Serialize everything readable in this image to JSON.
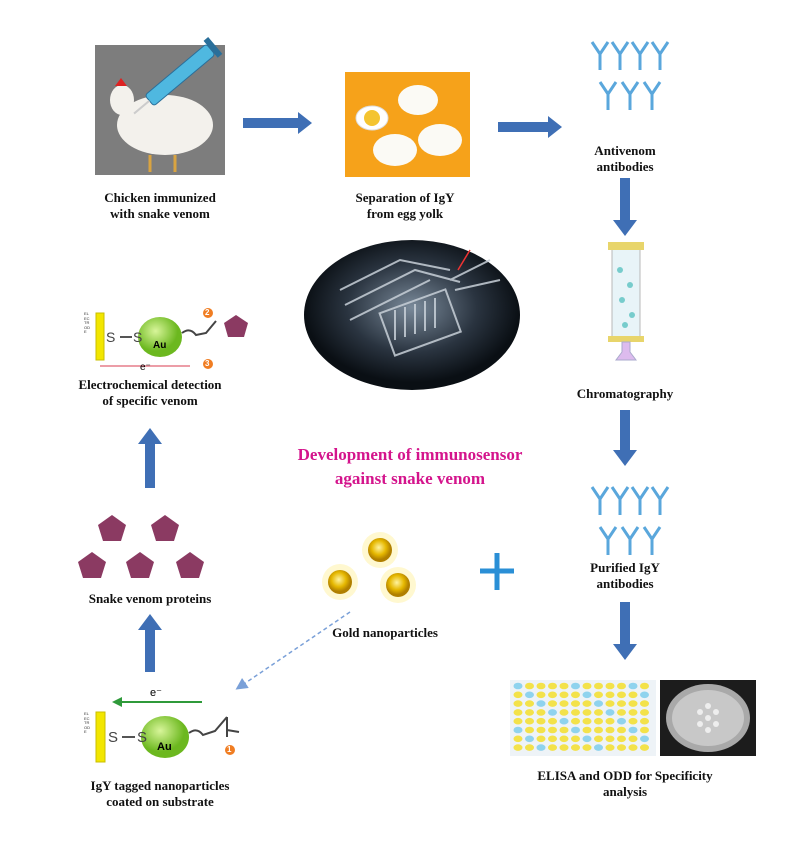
{
  "title": {
    "line1": "Development of immunosensor",
    "line2": "against snake venom",
    "color": "#d4148c"
  },
  "steps": {
    "chicken": {
      "line1": "Chicken immunized",
      "line2": "with snake venom"
    },
    "eggs": {
      "line1": "Separation of IgY",
      "line2": "from egg yolk"
    },
    "antivenom": {
      "line1": "Antivenom",
      "line2": "antibodies"
    },
    "chromatography": {
      "line1": "Chromatography"
    },
    "purified": {
      "line1": "Purified IgY",
      "line2": "antibodies"
    },
    "elisa": {
      "line1": "ELISA and ODD for Specificity",
      "line2": "analysis"
    },
    "gold": {
      "line1": "Gold nanoparticles"
    },
    "tagged": {
      "line1": "IgY tagged nanoparticles",
      "line2": "coated on substrate"
    },
    "venom_proteins": {
      "line1": "Snake venom proteins"
    },
    "detection": {
      "line1": "Electrochemical detection",
      "line2": "of specific venom"
    }
  },
  "electrode": {
    "label": "ELECTRODE",
    "au": "Au",
    "s": "S",
    "electron": "e⁻",
    "num1": "1",
    "num2": "2",
    "num3": "3"
  },
  "colors": {
    "arrow": "#3f6fb5",
    "plus": "#2a8fd6",
    "gold": "#e6b800",
    "au_sphere": "#8fd13f",
    "pentagon": "#8b3a62",
    "electrode": "#f2e600"
  }
}
